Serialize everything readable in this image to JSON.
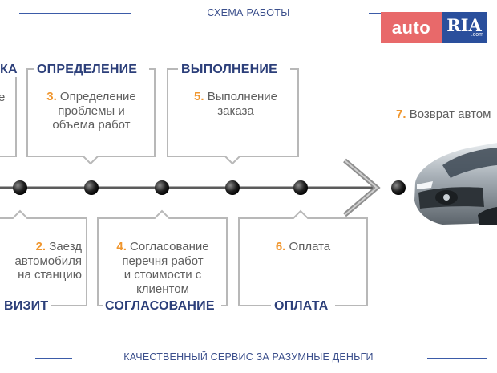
{
  "header": {
    "title": "СХЕМА РАБОТЫ"
  },
  "footer": {
    "text": "КАЧЕСТВЕННЫЙ СЕРВИС ЗА РАЗУМНЫЕ ДЕНЬГИ"
  },
  "logo": {
    "auto": "auto",
    "ria": "RIA",
    "com": ".com"
  },
  "colors": {
    "accent": "#2c3f7a",
    "number": "#f0962e",
    "logo_red": "#e8696a",
    "logo_blue": "#2a4f9c"
  },
  "top_stages": [
    {
      "label": "КА",
      "num": "",
      "lines": [
        "е",
        "",
        ""
      ]
    },
    {
      "label": "ОПРЕДЕЛЕНИЕ",
      "num": "3.",
      "lines": [
        "Определение",
        "проблемы и",
        "объема работ"
      ]
    },
    {
      "label": "ВЫПОЛНЕНИЕ",
      "num": "5.",
      "lines": [
        "Выполнение",
        "заказа",
        ""
      ]
    }
  ],
  "bottom_stages": [
    {
      "label": "ВИЗИТ",
      "num": "2.",
      "lines": [
        "Заезд",
        "автомобиля",
        "на станцию"
      ]
    },
    {
      "label": "СОГЛАСОВАНИЕ",
      "num": "4.",
      "lines": [
        "Согласование",
        "перечня работ",
        "и стоимости с",
        "клиентом"
      ]
    },
    {
      "label": "ОПЛАТА",
      "num": "6.",
      "lines": [
        "Оплата"
      ]
    }
  ],
  "final_step": {
    "num": "7.",
    "text": "Возврат автом"
  }
}
